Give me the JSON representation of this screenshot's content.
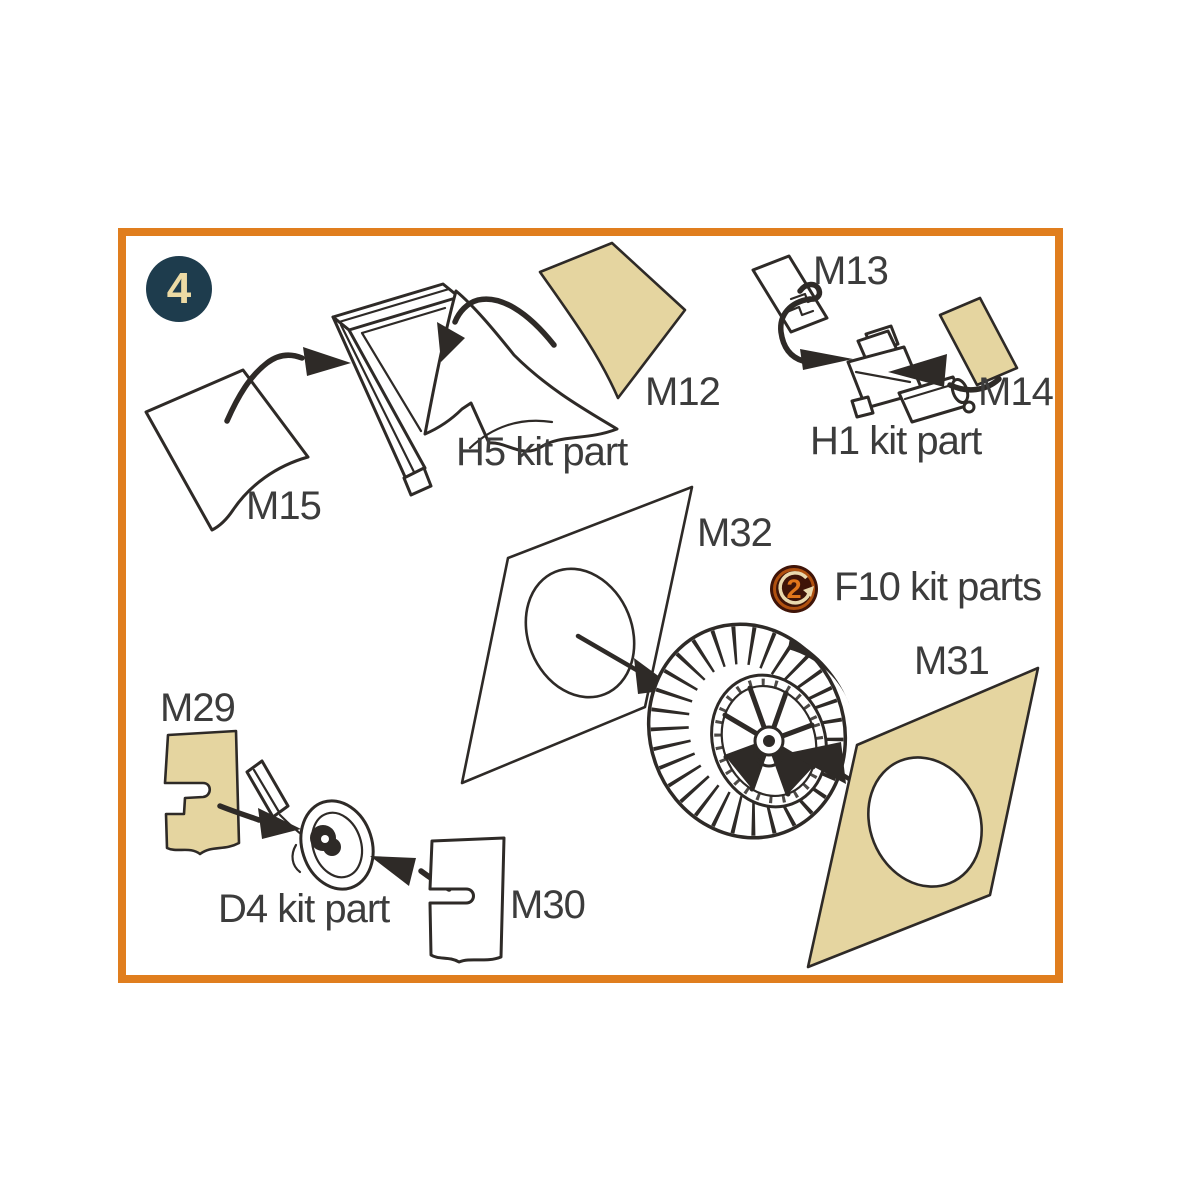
{
  "step": {
    "number": "4"
  },
  "labels": {
    "m15": "M15",
    "h5_kit_part": "H5 kit part",
    "m12": "M12",
    "m13": "M13",
    "m14": "M14",
    "h1_kit_part": "H1 kit part",
    "m32": "M32",
    "f10_kit_parts": "F10 kit parts",
    "f10_quantity": "2",
    "m31": "M31",
    "m29": "M29",
    "d4_kit_part": "D4 kit part",
    "m30": "M30"
  },
  "colors": {
    "border_orange": "#e07e1e",
    "badge_navy": "#1e3c4d",
    "badge_text": "#ecdaa4",
    "mask_beige": "#e5d5a0",
    "line": "#2e2a27",
    "text": "#3c3c3c",
    "q_dark": "#3f1408",
    "q_ring": "#b0500f",
    "q_cream": "#ead9ae",
    "q_orange": "#e2761b"
  }
}
